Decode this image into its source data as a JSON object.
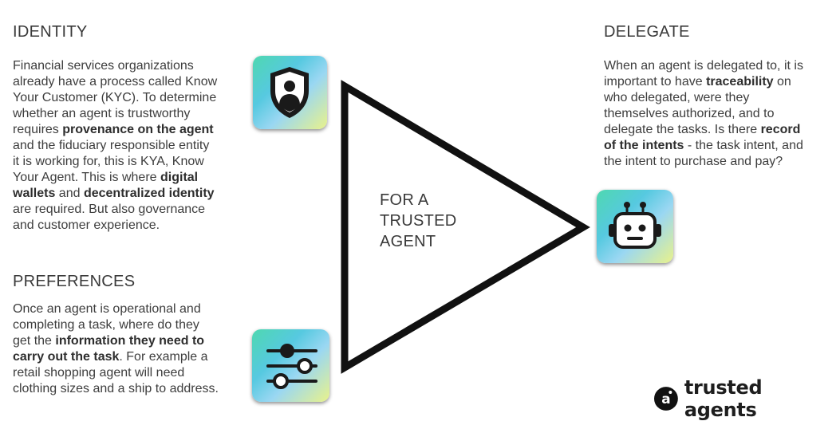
{
  "identity": {
    "heading": "IDENTITY",
    "lines": [
      [
        {
          "t": "Financial services organizations"
        }
      ],
      [
        {
          "t": "already have a process called Know"
        }
      ],
      [
        {
          "t": "Your Customer (KYC). To determine"
        }
      ],
      [
        {
          "t": "whether an agent is trustworthy"
        }
      ],
      [
        {
          "t": "requires "
        },
        {
          "t": "provenance on the agent",
          "b": true
        }
      ],
      [
        {
          "t": "and the fiduciary responsible entity"
        }
      ],
      [
        {
          "t": "it is working for, this is KYA, Know"
        }
      ],
      [
        {
          "t": "Your Agent. This is where "
        },
        {
          "t": "digital",
          "b": true
        }
      ],
      [
        {
          "t": "wallets",
          "b": true
        },
        {
          "t": " and "
        },
        {
          "t": "decentralized identity",
          "b": true
        }
      ],
      [
        {
          "t": "are required. But also governance"
        }
      ],
      [
        {
          "t": "and customer experience."
        }
      ]
    ],
    "icon": "shield-user-icon"
  },
  "preferences": {
    "heading": "PREFERENCES",
    "lines": [
      [
        {
          "t": "Once an agent is operational and"
        }
      ],
      [
        {
          "t": "completing a task, where do they"
        }
      ],
      [
        {
          "t": "get the "
        },
        {
          "t": "information they need to",
          "b": true
        }
      ],
      [
        {
          "t": "carry out the task",
          "b": true
        },
        {
          "t": ". For example a"
        }
      ],
      [
        {
          "t": "retail shopping agent will need"
        }
      ],
      [
        {
          "t": "clothing sizes and a ship to address."
        }
      ]
    ],
    "icon": "sliders-icon"
  },
  "delegate": {
    "heading": "DELEGATE",
    "lines": [
      [
        {
          "t": "When an agent is delegated to, it is"
        }
      ],
      [
        {
          "t": "important to have "
        },
        {
          "t": "traceability",
          "b": true
        },
        {
          "t": " on"
        }
      ],
      [
        {
          "t": "who delegated, were they"
        }
      ],
      [
        {
          "t": "themselves authorized, and to"
        }
      ],
      [
        {
          "t": "delegate the tasks. Is there "
        },
        {
          "t": "record",
          "b": true
        }
      ],
      [
        {
          "t": "of the intents",
          "b": true
        },
        {
          "t": " - the task intent, and"
        }
      ],
      [
        {
          "t": "the intent to purchase and pay?"
        }
      ]
    ],
    "icon": "robot-icon"
  },
  "center": {
    "lines": [
      "FOR A",
      "TRUSTED",
      "AGENT"
    ]
  },
  "brand": {
    "name": "trusted agents",
    "logo_glyph": "a",
    "icon": "trusted-agents-logo-icon"
  },
  "colors": {
    "text": "#3d3d3d",
    "heading": "#3a3a3a",
    "triangle_stroke": "#111111",
    "tile_gradient": [
      "#4fd8b0",
      "#56c9e0",
      "#9ad7f2",
      "#e9f28a"
    ],
    "icon_dark": "#1a1a1a"
  }
}
